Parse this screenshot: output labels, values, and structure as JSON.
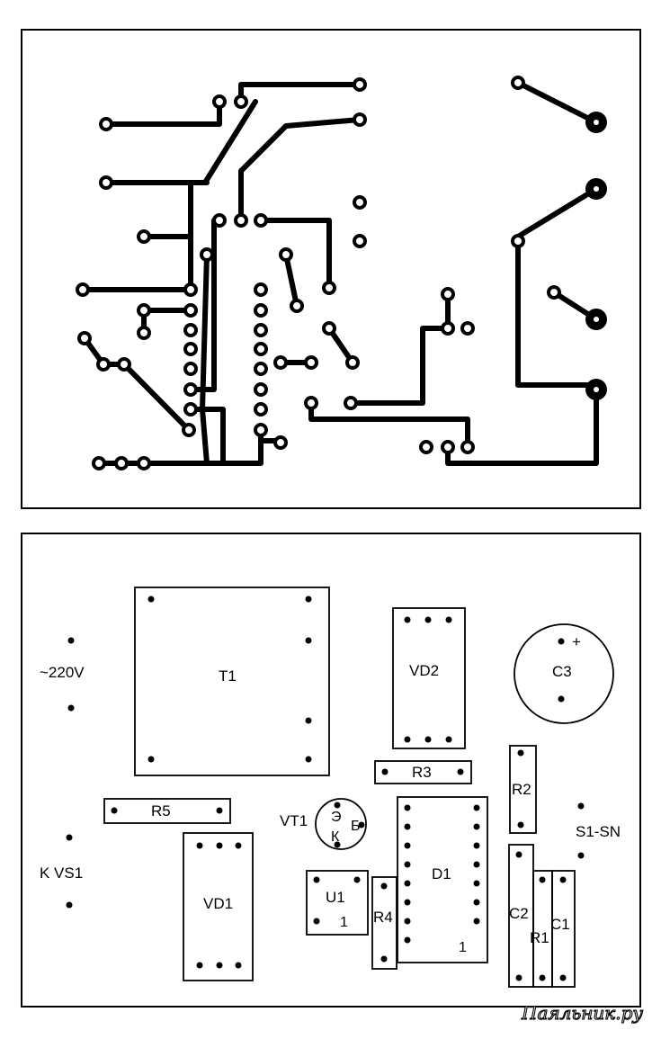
{
  "colors": {
    "ink": "#000000",
    "paper": "#ffffff"
  },
  "pcb_layout": {
    "name": "copper traces view"
  },
  "assembly": {
    "components": {
      "t1": "T1",
      "vd2": "VD2",
      "c3": "C3",
      "c3_plus": "+",
      "r3": "R3",
      "r2": "R2",
      "r5": "R5",
      "vt1": "VT1",
      "vt1_e": "Э",
      "vt1_k": "К",
      "vt1_b": "Б",
      "s1": "S1-SN",
      "u1": "U1",
      "u1_pin": "1",
      "r4": "R4",
      "d1": "D1",
      "d1_pin": "1",
      "c2": "C2",
      "r1": "R1",
      "c1": "C1",
      "vd1": "VD1"
    },
    "terminals": {
      "mains": "~220V",
      "kvs": "K VS1"
    }
  },
  "watermark": "Паяльник.ру"
}
